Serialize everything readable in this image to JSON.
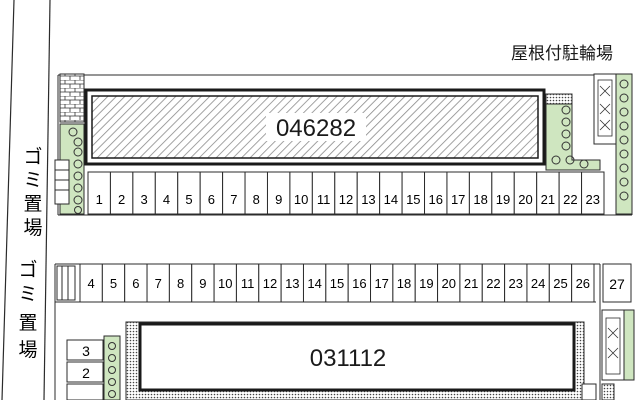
{
  "buildings": {
    "north": {
      "label": "046282"
    },
    "south": {
      "label": "031112"
    }
  },
  "labels": {
    "bike_parking": "屋根付駐輪場",
    "garbage_chars": [
      "ゴ",
      "ミ",
      "置",
      "場"
    ]
  },
  "parking": {
    "north_row": [
      "1",
      "2",
      "3",
      "4",
      "5",
      "6",
      "7",
      "8",
      "9",
      "10",
      "11",
      "12",
      "13",
      "14",
      "15",
      "16",
      "17",
      "18",
      "19",
      "20",
      "21",
      "22",
      "23"
    ],
    "south_row": [
      "4",
      "5",
      "6",
      "7",
      "8",
      "9",
      "10",
      "11",
      "12",
      "13",
      "14",
      "15",
      "16",
      "17",
      "18",
      "19",
      "20",
      "21",
      "22",
      "23",
      "24",
      "25",
      "26"
    ],
    "south_extra": "27",
    "southwest_column": [
      "3",
      "2"
    ]
  },
  "colors": {
    "line": "#2b2b2b",
    "hatch": "#8a8a8a",
    "shrub": "#cfe6c0"
  }
}
